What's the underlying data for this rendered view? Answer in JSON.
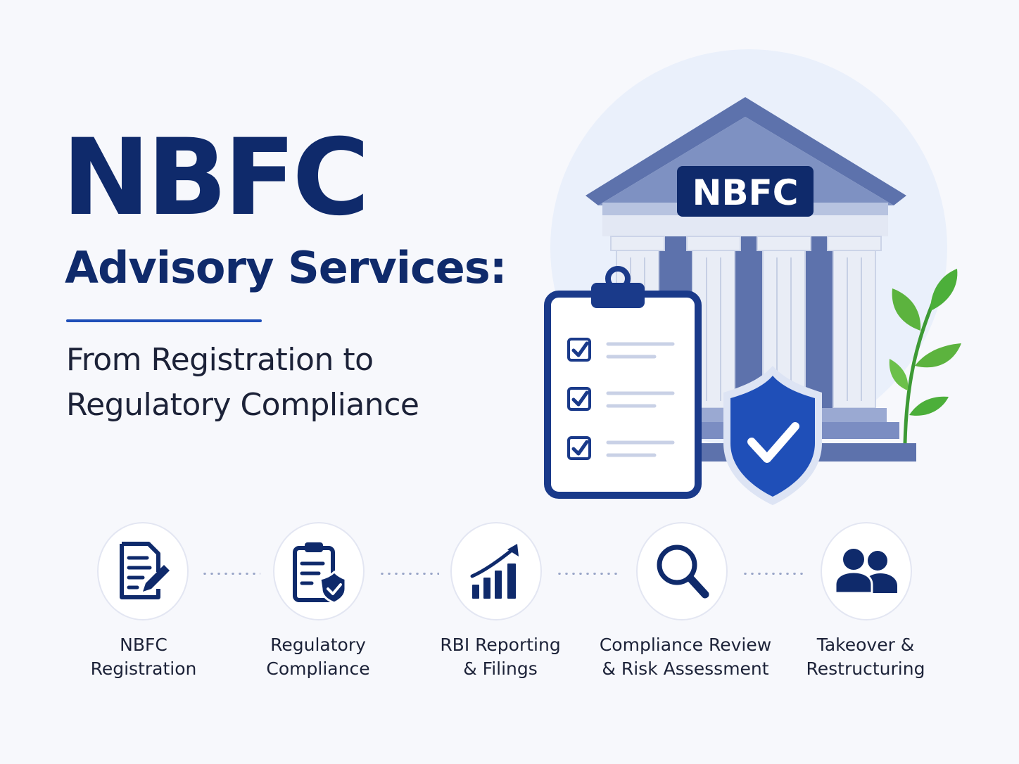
{
  "hero": {
    "title": "NBFC",
    "subtitle": "Advisory Services:",
    "tagline_line1": "From Registration to",
    "tagline_line2": "Regulatory Compliance"
  },
  "illustration": {
    "building_sign": "NBFC",
    "icons": [
      "bank-building-icon",
      "clipboard-checklist-icon",
      "shield-check-icon",
      "leaf-plant-icon"
    ]
  },
  "steps": [
    {
      "icon": "document-edit-icon",
      "line1": "NBFC",
      "line2": "Registration"
    },
    {
      "icon": "clipboard-shield-icon",
      "line1": "Regulatory",
      "line2": "Compliance"
    },
    {
      "icon": "growth-chart-icon",
      "line1": "RBI Reporting",
      "line2": "& Filings"
    },
    {
      "icon": "search-icon",
      "line1": "Compliance Review",
      "line2": "& Risk Assessment"
    },
    {
      "icon": "users-icon",
      "line1": "Takeover &",
      "line2": "Restructuring"
    }
  ],
  "colors": {
    "navy": "#0f2a6b",
    "accent_blue": "#1f4fb8",
    "slate_blue": "#5a6fa8",
    "leaf_green": "#4caf3a",
    "background": "#f7f8fc"
  }
}
